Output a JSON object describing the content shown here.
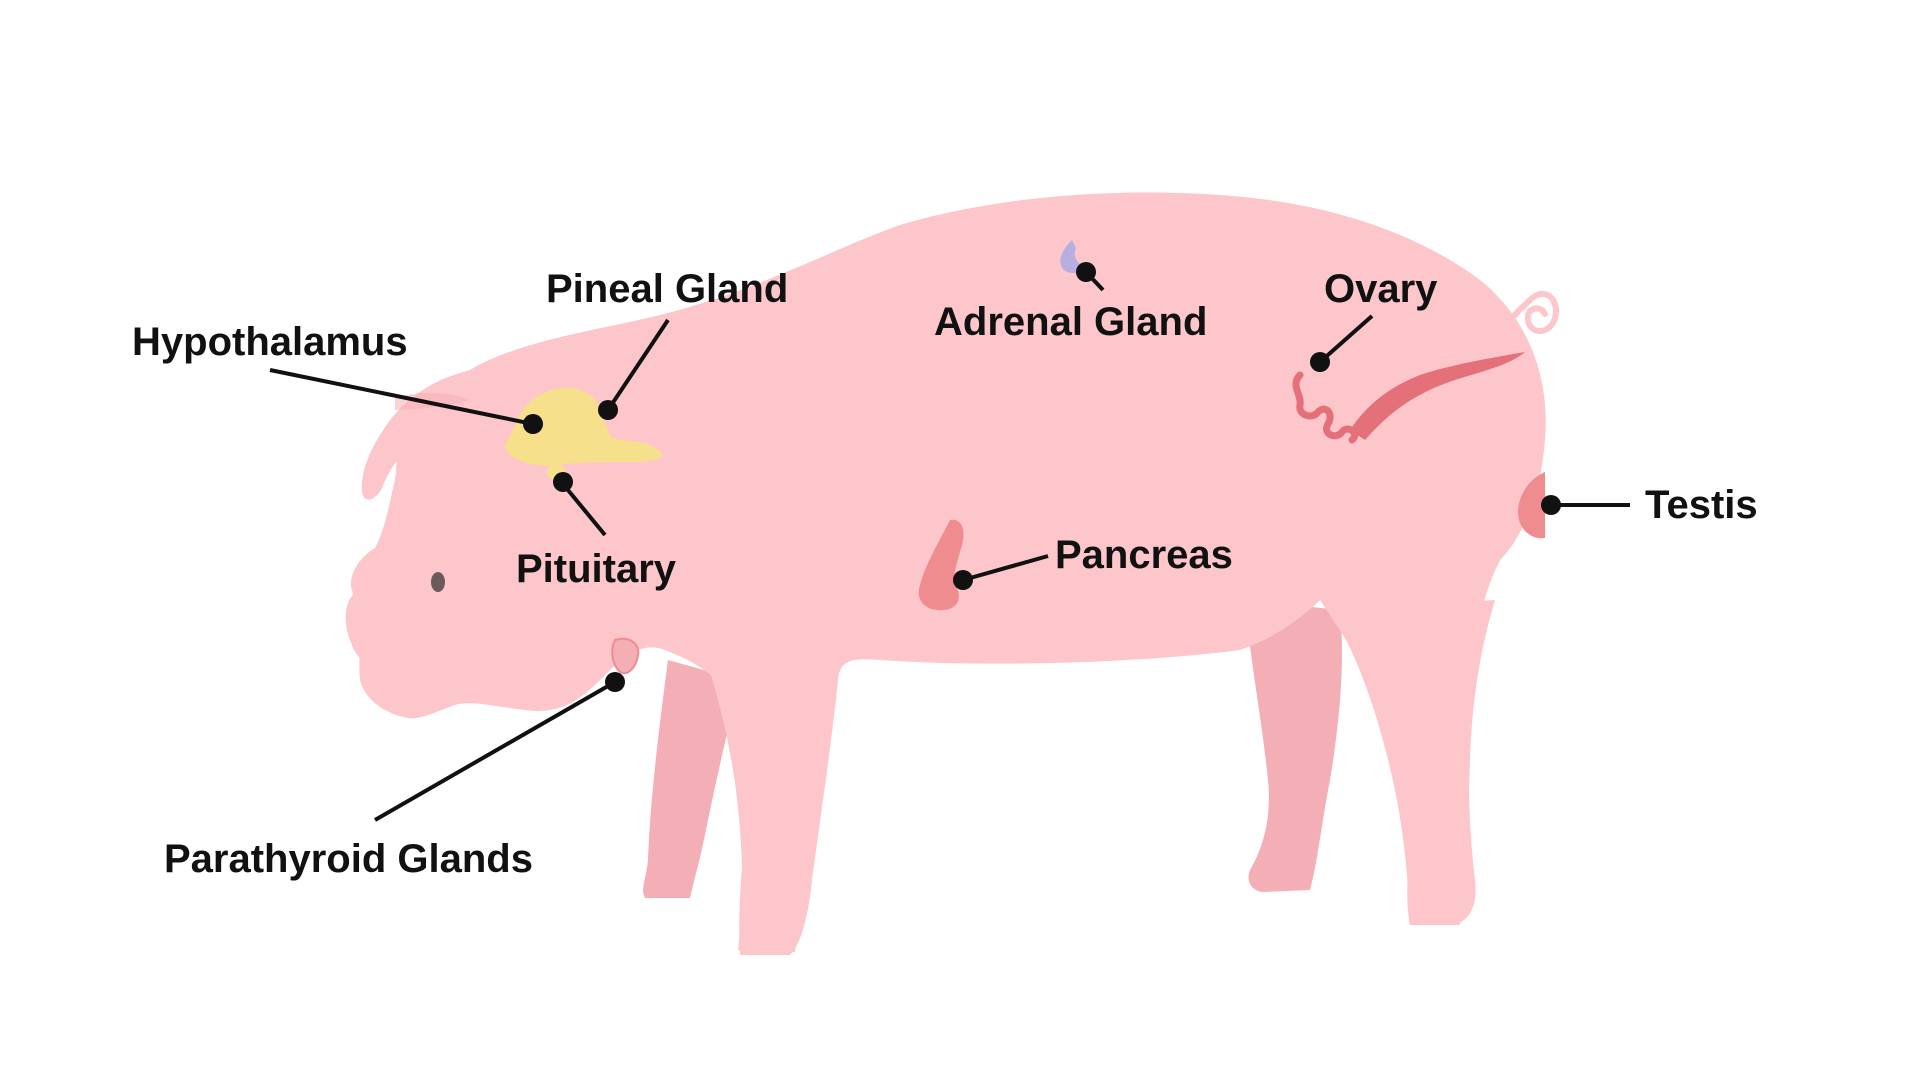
{
  "labels": {
    "hypothalamus": "Hypothalamus",
    "pineal_gland": "Pineal Gland",
    "pituitary": "Pituitary",
    "parathyroid_glands": "Parathyroid Glands",
    "adrenal_gland": "Adrenal Gland",
    "pancreas": "Pancreas",
    "ovary": "Ovary",
    "testis": "Testis"
  },
  "colors": {
    "body": "#fcc6cb",
    "body_shade": "#f4aeb6",
    "brain_gland": "#f7e08c",
    "adrenal": "#b8aee0",
    "organ": "#ef8c8f",
    "organ_dark": "#e4707a",
    "leader_line": "#111111",
    "eye": "#6a5a5c"
  }
}
